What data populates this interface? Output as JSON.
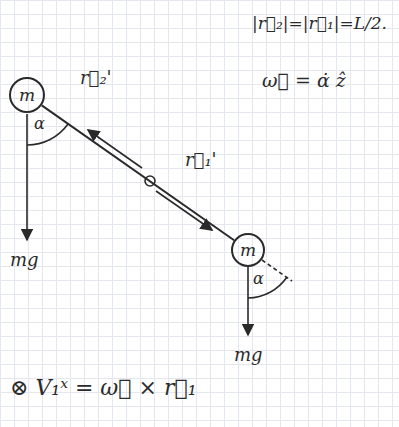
{
  "diagram": {
    "nodes": [
      {
        "text": [
          "m"
        ]
      },
      {
        "text": [
          "m"
        ]
      }
    ],
    "edges": [
      {
        "from": 0,
        "to": 1,
        "arrow": "none"
      }
    ],
    "labels": [
      "|r⃗₂|=|r⃗₁|=L/2.",
      "ω⃗ = α̇ ẑ",
      "r⃗₂'",
      "r⃗₁'",
      "α",
      "mg",
      "α",
      "mg",
      "⊗ V₁ˣ = ω⃗ × r⃗₁"
    ]
  }
}
